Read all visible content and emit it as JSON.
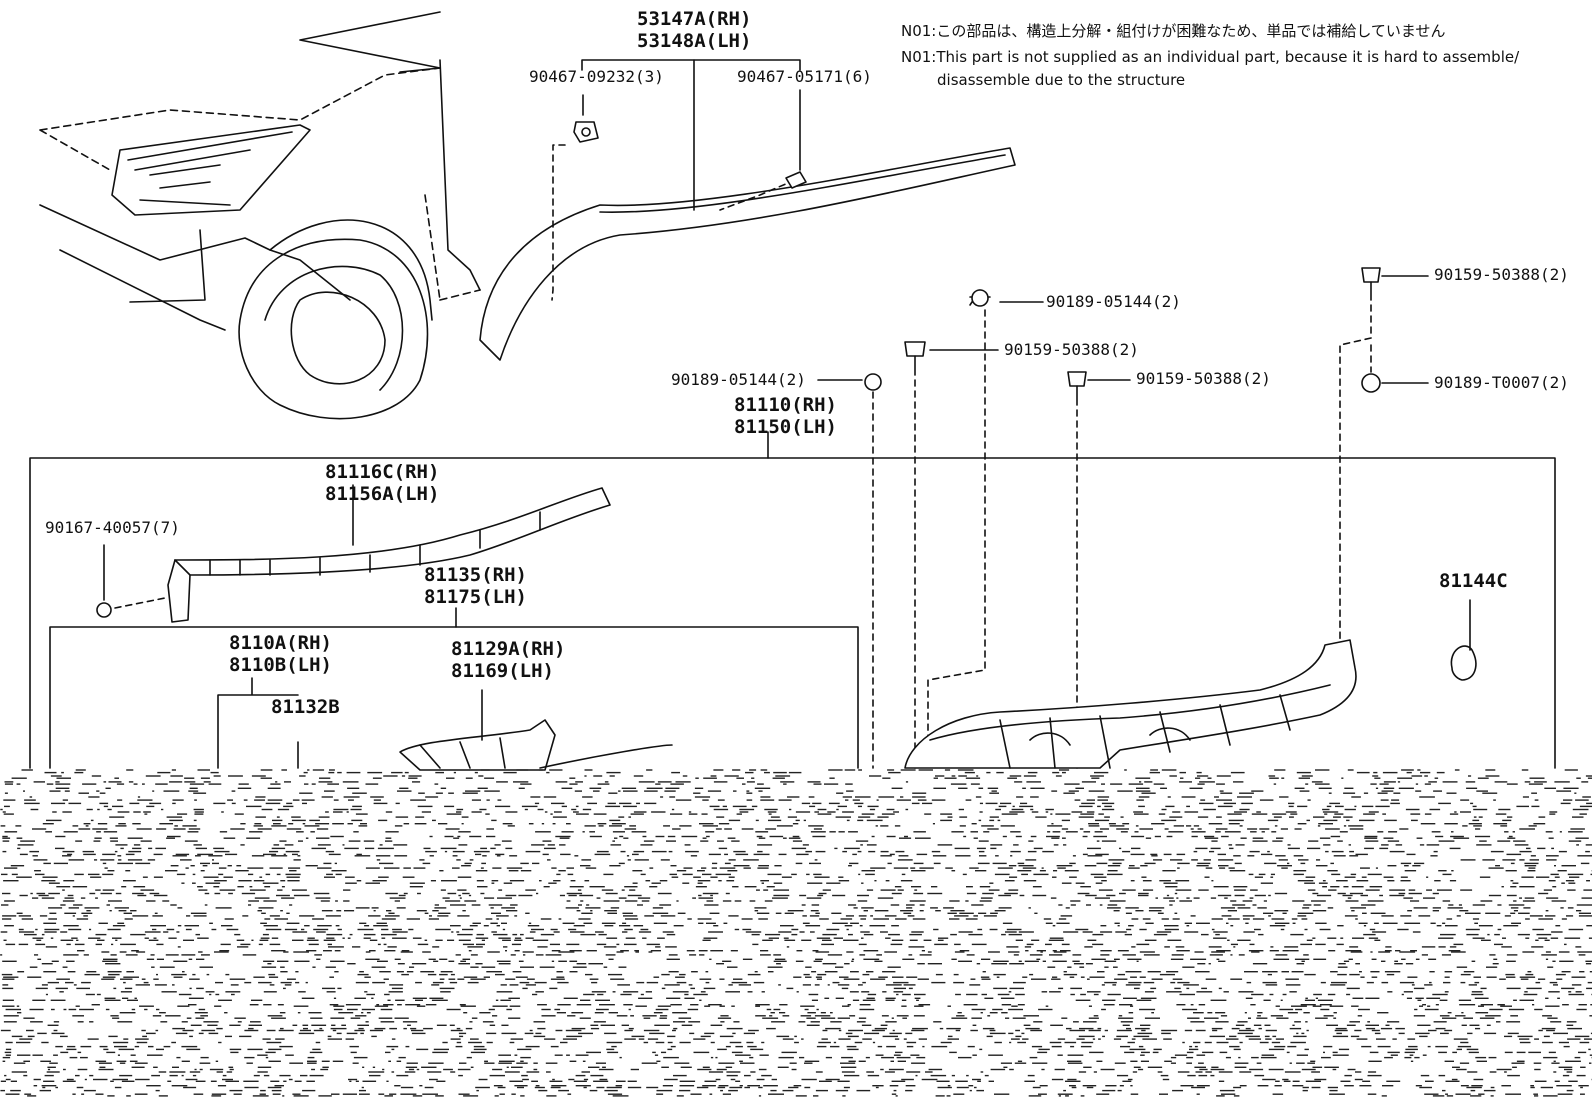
{
  "notes": {
    "jp": "N01:この部品は、構造上分解・組付けが困難なため、単品では補給していません",
    "en1": "N01:This part is not supplied as an individual part, because it is hard to assemble/",
    "en2": "disassemble due to the structure"
  },
  "parts": {
    "p53147A": "53147A(RH)",
    "p53148A": "53148A(LH)",
    "p90467_09232": "90467-09232(3)",
    "p90467_05171": "90467-05171(6)",
    "p90159_a": "90159-50388(2)",
    "p90189_a": "90189-05144(2)",
    "p90159_b": "90159-50388(2)",
    "p90159_c": "90159-50388(2)",
    "p90189_t": "90189-T0007(2)",
    "p90189_b": "90189-05144(2)",
    "p81110": "81110(RH)",
    "p81150": "81150(LH)",
    "p81116C": "81116C(RH)",
    "p81156A": "81156A(LH)",
    "p90167": "90167-40057(7)",
    "p81135": "81135(RH)",
    "p81175": "81175(LH)",
    "p8110A": "8110A(RH)",
    "p8110B": "8110B(LH)",
    "p81132B": "81132B",
    "p81129A": "81129A(RH)",
    "p81169": "81169(LH)",
    "p81144C": "81144C"
  }
}
